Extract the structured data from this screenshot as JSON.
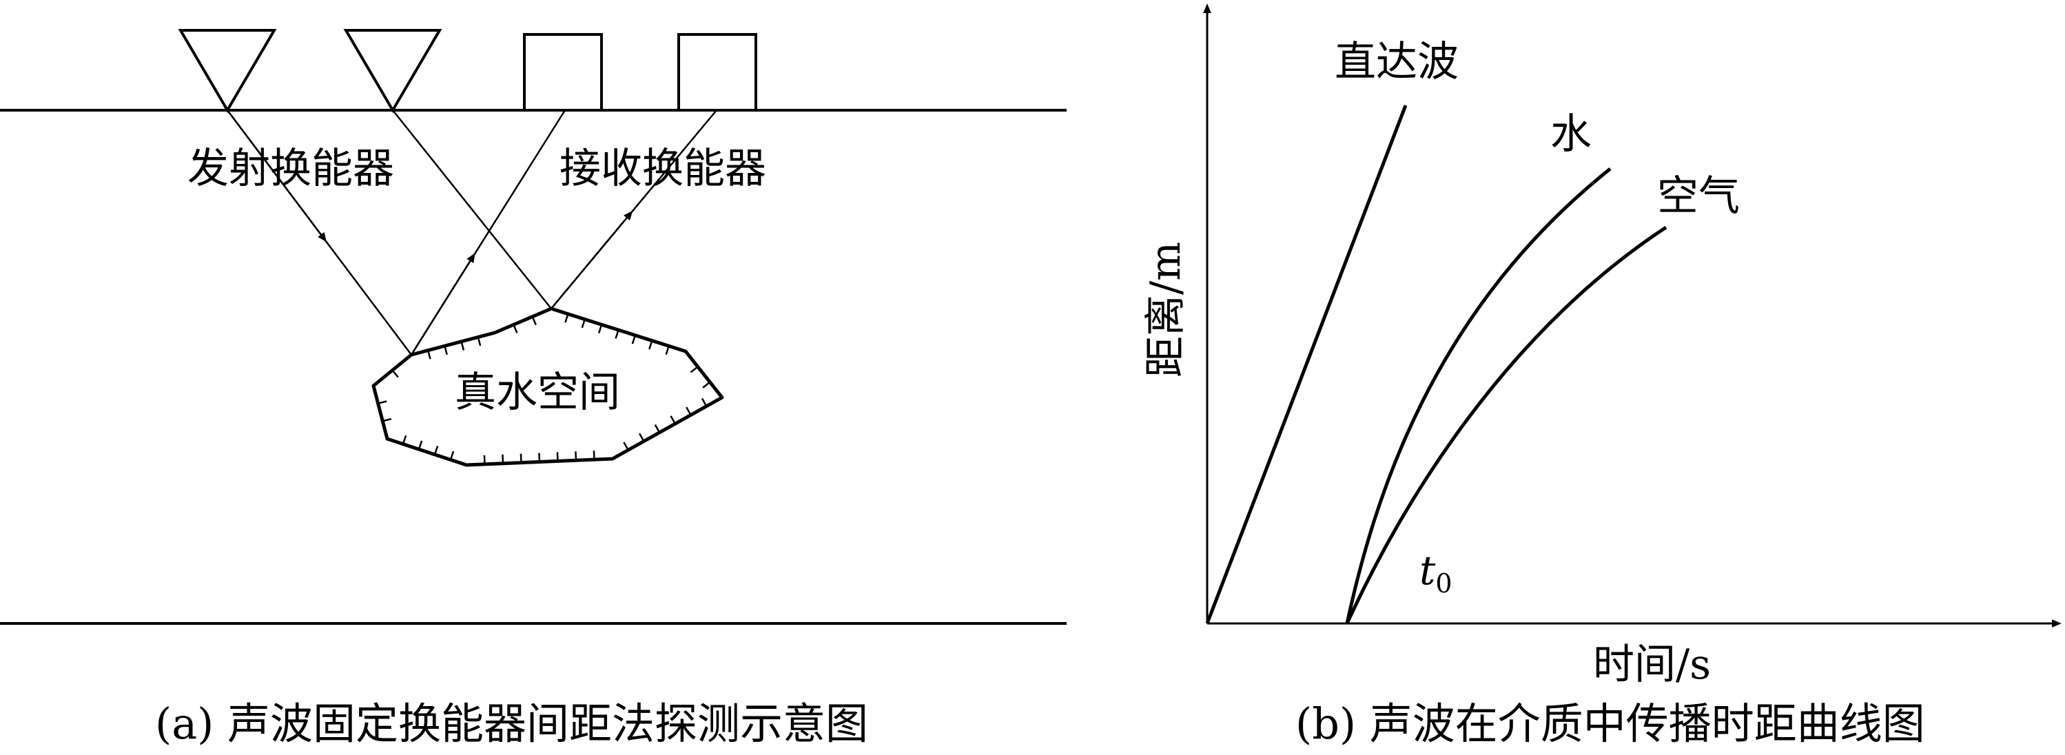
{
  "panel_a": {
    "caption": "(a) 声波固定换能器间距法探测示意图",
    "transmitter_label": "发射换能器",
    "receiver_label": "接收换能器",
    "cavity_label": "真水空间"
  },
  "panel_b": {
    "caption": "(b) 声波在介质中传播时距曲线图",
    "x_axis_label": "时间/s",
    "y_axis_label": "距离/m",
    "curve_labels": {
      "direct": "直达波",
      "water": "水",
      "air": "空气"
    },
    "t0_label": "t",
    "t0_subscript": "0"
  }
}
